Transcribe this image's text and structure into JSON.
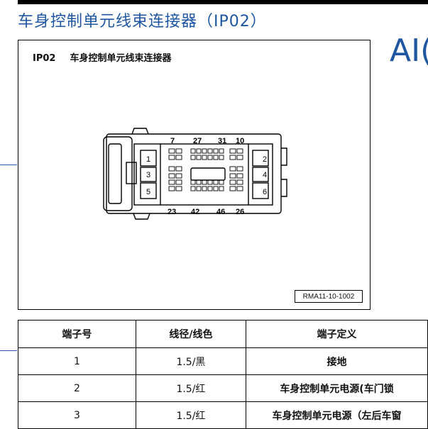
{
  "page": {
    "title": "车身控制单元线束连接器（IP02）",
    "side_text": "AI("
  },
  "figure": {
    "connector_id": "IP02",
    "connector_name": "车身控制单元线束连接器",
    "ref_code": "RMA11-10-1002",
    "pin_labels_top": [
      "7",
      "27",
      "31",
      "10"
    ],
    "pin_labels_bottom": [
      "23",
      "42",
      "46",
      "26"
    ],
    "cavity_labels": [
      "1",
      "2",
      "3",
      "4",
      "5",
      "6"
    ]
  },
  "table": {
    "headers": [
      "端子号",
      "线径/线色",
      "端子定义"
    ],
    "rows": [
      {
        "pin": "1",
        "wire": "1.5/黑",
        "definition": "接地"
      },
      {
        "pin": "2",
        "wire": "1.5/红",
        "definition": "车身控制单元电源(车门锁"
      },
      {
        "pin": "3",
        "wire": "1.5/红",
        "definition": "车身控制单元电源（左后车窗"
      }
    ]
  }
}
